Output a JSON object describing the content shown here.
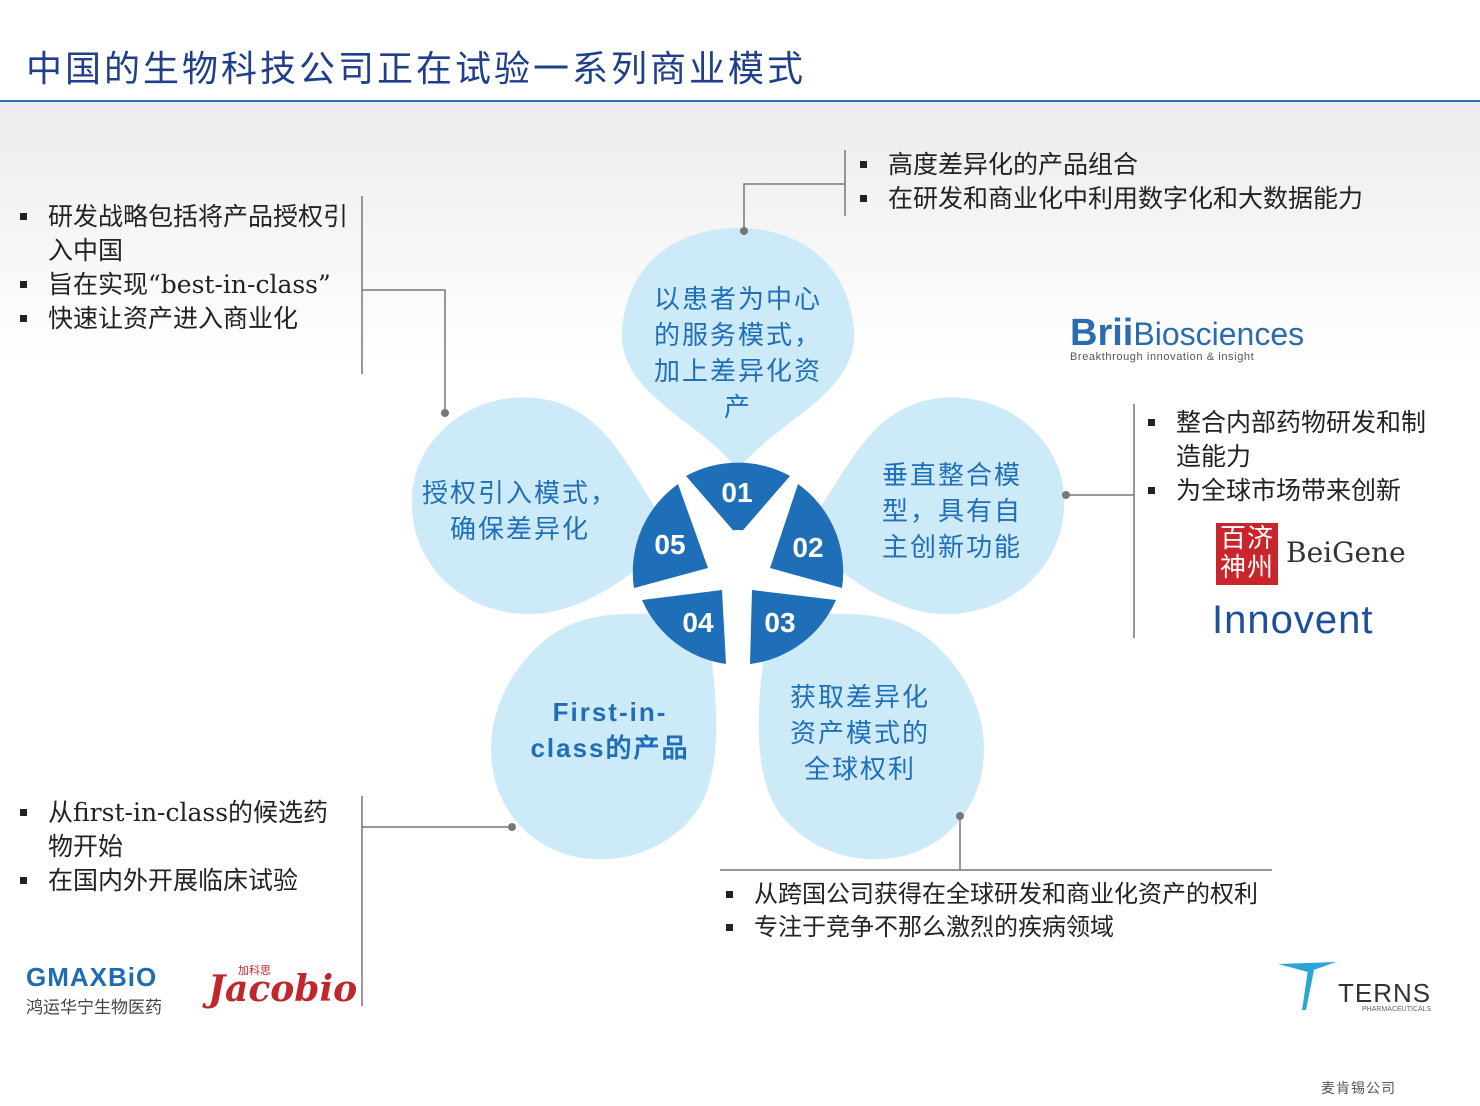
{
  "title": "中国的生物科技公司正在试验一系列商业模式",
  "petals": [
    {
      "number": "01",
      "text": "以患者为中心的服务模式，加上差异化资产"
    },
    {
      "number": "02",
      "text": "垂直整合模型，具有自主创新功能"
    },
    {
      "number": "03",
      "text": "获取差异化资产模式的全球权利"
    },
    {
      "number": "04",
      "text": "First-in-class的产品"
    },
    {
      "number": "05",
      "text": "授权引入模式，确保差异化"
    }
  ],
  "bullets_top_right": [
    "高度差异化的产品组合",
    "在研发和商业化中利用数字化和大数据能力"
  ],
  "bullets_left_top": [
    "研发战略包括将产品授权引入中国",
    "旨在实现“best-in-class”",
    "快速让资产进入商业化"
  ],
  "bullets_right_mid": [
    "整合内部药物研发和制造能力",
    "为全球市场带来创新"
  ],
  "bullets_left_bottom": [
    "从first-in-class的候选药物开始",
    "在国内外开展临床试验"
  ],
  "bullets_bottom_right": [
    "从跨国公司获得在全球研发和商业化资产的权利",
    "专注于竞争不那么激烈的疾病领域"
  ],
  "logos": {
    "brii_name": "Brii",
    "brii_suffix": "Biosciences",
    "brii_tagline": "Breakthrough innovation & insight",
    "beigene": "BeiGene",
    "beigene_seal": "百济神州",
    "innovent": "Innovent",
    "gmax": "GMAXBiO",
    "gmax_cn": "鸿运华宁生物医药",
    "jacobio_cn": "加科思",
    "jacobio": "Jacobio",
    "terns": "TERNS",
    "terns_sub": "PHARMACEUTICALS"
  },
  "footer": "麦肯锡公司",
  "colors": {
    "petal_fill": "#cdeaf8",
    "center_fill": "#1e6eb8",
    "petal_text": "#1f6fb8",
    "title": "#1f3f8a",
    "rule": "#2f6fb7"
  }
}
